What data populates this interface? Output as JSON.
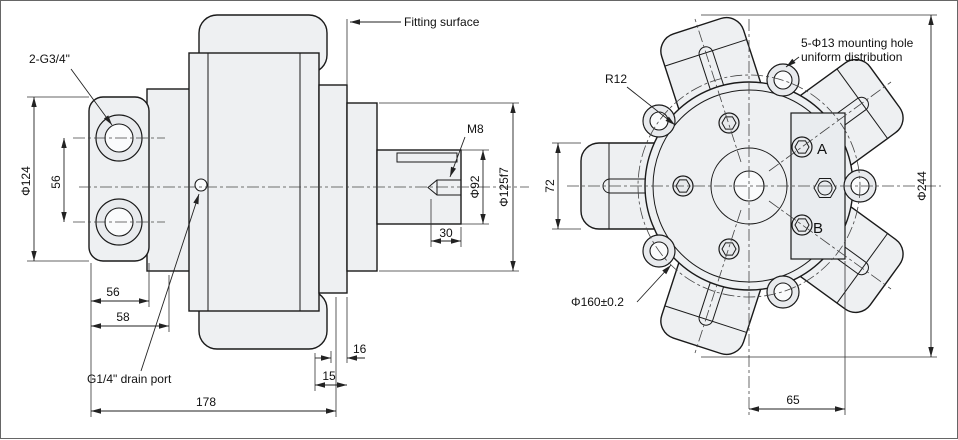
{
  "left_view": {
    "labels": {
      "fitting_surface": "Fitting surface",
      "ports": "2-G3/4\"",
      "m8": "M8",
      "drain": "G1/4\" drain port"
    },
    "dims": {
      "phi124": "Φ124",
      "v56": "56",
      "h56": "56",
      "h58": "58",
      "h178": "178",
      "d30": "30",
      "phi92": "Φ92",
      "phi125": "Φ125f7",
      "d16": "16",
      "d15": "15"
    }
  },
  "right_view": {
    "labels": {
      "r12": "R12",
      "mount1": "5-Φ13 mounting hole",
      "mount2": "uniform distribution",
      "port_a": "A",
      "port_b": "B"
    },
    "dims": {
      "v72": "72",
      "phi244": "Φ244",
      "phi160": "Φ160±0.2",
      "h65": "65"
    }
  }
}
